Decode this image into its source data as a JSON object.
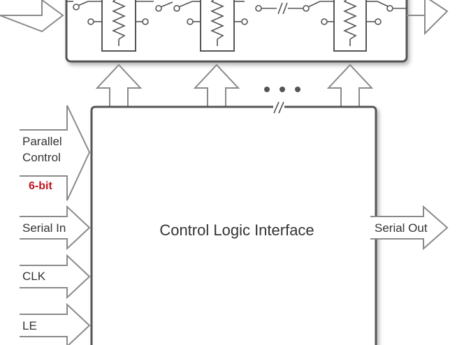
{
  "control_block": {
    "label": "Control Logic Interface"
  },
  "inputs": {
    "parallel_control_line1": "Parallel",
    "parallel_control_line2": "Control",
    "parallel_width": "6-bit",
    "serial_in": "Serial In",
    "clk": "CLK",
    "le": "LE"
  },
  "outputs": {
    "serial_out": "Serial Out"
  },
  "colors": {
    "line": "#555555",
    "arrow_stroke": "#8a8a8a",
    "accent_red": "#c0141d"
  }
}
